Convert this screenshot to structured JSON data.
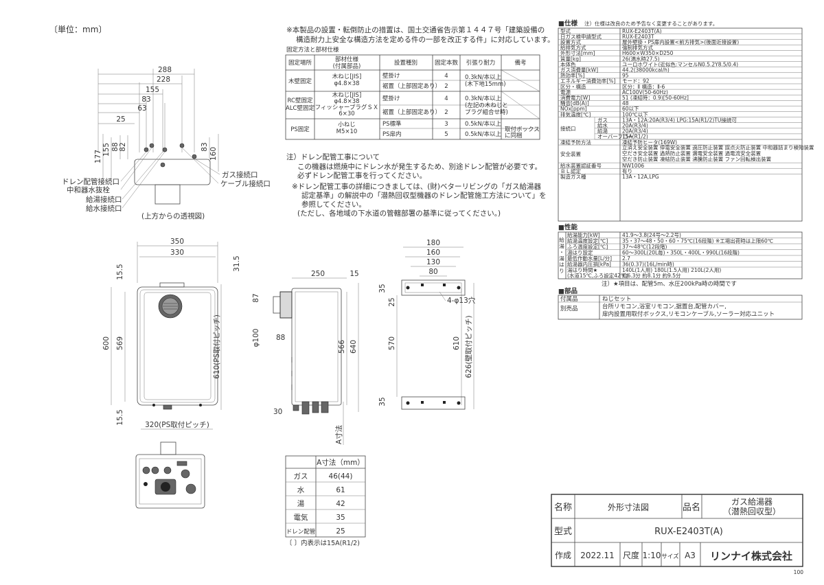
{
  "unit_label": "〔単位：mm〕",
  "notice": [
    "※本製品の設置・転倒防止の措置は、国土交通省告示第１４４７号「建築設備の",
    "構造耐力上安全な構造方法を定める件の一部を改正する件」に対応しています。"
  ],
  "fix_table": {
    "title": "固定方法と部材仕様",
    "headers": [
      "固定場所",
      "部材仕様\n(付属部品)",
      "設置種別",
      "固定本数",
      "引張り耐力",
      "備考"
    ],
    "rows": [
      {
        "place": "木壁固定",
        "spec": [
          "木ねじ[JIS]",
          "φ4.8×38"
        ],
        "types": [
          "壁掛け",
          "裾置（上部固定あり）"
        ],
        "counts": [
          "4",
          "2"
        ],
        "strength": [
          "0.3kN/本以上",
          "(木下地15mm)"
        ],
        "note": []
      },
      {
        "place": "RC壁固定\nALC壁固定",
        "spec": [
          "木ねじ[JIS]",
          "φ4.8×38",
          "フィッシャープラグＳＸ",
          "6×30"
        ],
        "types": [
          "壁掛け",
          "裾置（上部固定あり）"
        ],
        "counts": [
          "4",
          "2"
        ],
        "strength": [
          "0.3kN/本以上",
          "(左記の木ねじと",
          "プラグ組合せ時)"
        ],
        "note": []
      },
      {
        "place": "PS固定",
        "spec": [
          "小ねじ",
          "M5×10"
        ],
        "types": [
          "PS標準",
          "PS扉内"
        ],
        "counts": [
          "3",
          "5"
        ],
        "strength": [
          "0.5kN/本以上",
          "0.5kN/本以上"
        ],
        "note": [
          "取付ボックス",
          "に同梱"
        ]
      }
    ]
  },
  "drain_note": [
    "注）ドレン配管工事について",
    "この機器は燃焼中にドレン水が発生するため、別途ドレン配管が必要です。",
    "必ずドレン配管工事を行ってください。",
    "※ドレン配管工事の詳細につきましては、(財)ベターリビングの「ガス給湯器",
    "認定基準」の解説中の「潜熱回収型機器のドレン配管施工方法について」を",
    "参照してください。",
    "(ただし、各地域の下水道の管轄部署の基準に従ってください。)"
  ],
  "top_view": {
    "caption": "(上方からの透視図)",
    "dims_h": [
      "288",
      "228",
      "155",
      "83",
      "63",
      "25"
    ],
    "dims_v": [
      "177",
      "155",
      "88",
      "82",
      "83",
      "160"
    ],
    "labels_left": [
      "ドレン配管接続口",
      "中和器水抜栓",
      "給湯接続口",
      "給水接続口"
    ],
    "labels_right": [
      "ガス接続口",
      "ケーブル接続口"
    ]
  },
  "front_view": {
    "dims": [
      "350",
      "330",
      "15.5",
      "600",
      "569",
      "610(PS取付ピッチ)",
      "15.5",
      "320(PS取付ピッチ)"
    ]
  },
  "side_view": {
    "dims": [
      "31.5",
      "250",
      "15",
      "87",
      "φ100",
      "88",
      "566",
      "640",
      "30",
      "A寸法"
    ]
  },
  "bracket_view": {
    "dims": [
      "180",
      "160",
      "130",
      "80",
      "35",
      "25",
      "570",
      "35",
      "610",
      "626(壁取付ピッチ)"
    ],
    "hole_label": "4-φ13穴"
  },
  "a_table": {
    "header": "A寸法（mm）",
    "rows": [
      [
        "ガス",
        "46(44)"
      ],
      [
        "水",
        "61"
      ],
      [
        "湯",
        "42"
      ],
      [
        "電気",
        "35"
      ],
      [
        "ドレン配管",
        "25"
      ]
    ],
    "footnote": "〔 〕内表示は15A(R1/2)"
  },
  "spec": {
    "heading": "■仕様",
    "heading_note": "注）仕様は改良のため予告なく変更することがあります。",
    "rows": [
      [
        "型式",
        "RUX-E2403T(A)"
      ],
      [
        "日ガス検申請型式",
        "RUX-E2403T"
      ],
      [
        "設置方式",
        "屋外壁掛・PS扉内設置<前方排気>(後面近接設置)"
      ],
      [
        "給排気方式",
        "強制排気方式"
      ],
      [
        "外形寸法[mm]",
        "H600×W350×D250"
      ],
      [
        "質量[kg]",
        "26(満水時27.5)"
      ],
      [
        "本体色",
        "ユーロホワイト(近似色:マンセルN0.5.2Y8.5/0.4)"
      ],
      [
        "ガス消費量[kW]",
        "44.2(38000kcal/h)"
      ],
      [
        "熱効率[%]",
        "95"
      ],
      [
        "エネルギー消費効率[%]",
        "モード：92"
      ],
      [
        "区分・構造",
        "区分：Ⅱ 構造：Ⅱ-6"
      ],
      [
        "電源",
        "AC100V(50-60Hz)"
      ],
      [
        "消費電力[W]",
        "51 (凍結時：0.9)[50-60Hz]"
      ],
      [
        "騒音[dB(A)]",
        "48"
      ],
      [
        "NOx[ppm]",
        "60以下"
      ],
      [
        "排気温度[℃]",
        "100℃以下"
      ]
    ],
    "conn": {
      "label": "接続口",
      "rows": [
        [
          "ガス",
          "13A・12A:20A(R3/4) LPG:15A(R1/2)TU接続可"
        ],
        [
          "給水",
          "20A(R3/4)"
        ],
        [
          "給湯",
          "20A(R3/4)"
        ],
        [
          "オーバーフロー",
          "15A(R1/2)"
        ]
      ]
    },
    "freeze": [
      "凍結予防方法",
      "凍結予防ヒータ(169W)"
    ],
    "safety": {
      "label": "安全装置",
      "lines": [
        "立消え安全装置 停電安全装置 過圧防止装置 誤点火防止装置   中和器詰まり検知装置",
        "空だき安全装置 過熱防止装置 漏電安全装置 過電流安全装置",
        "空だき防止装置 凍結防止装置 沸騰防止装置 ファン回転検出装置"
      ]
    },
    "tail": [
      [
        "給水装置認証番号",
        "NW1006"
      ],
      [
        "ＢＬ認定",
        "有り"
      ],
      [
        "製造ガス種",
        "13A・12A,LPG"
      ]
    ]
  },
  "perf": {
    "heading": "■性能",
    "side_label": "給湯・湯はり",
    "rows": [
      [
        "給湯能力[kW]",
        "41.9～3.8(24号～2.2号)"
      ],
      [
        "給湯温度設定[℃]",
        "35・37～48・50・60・75℃(16段階)   ※工場出荷時は上限60℃"
      ],
      [
        "ふろ温度設定[℃]",
        "37～48℃(12段階)"
      ],
      [
        "湯はり設定",
        "60～300L(20L毎)・350L・400L・990L(16段階)"
      ],
      [
        "最低作動水量[L/分]",
        "2.7"
      ],
      [
        "給湯器内圧損[kPa]",
        "36(0.37)(16L/min時)"
      ]
    ],
    "fill_time": {
      "label": [
        "湯はり時間★",
        "(水道15℃,ふろ設定42℃)"
      ],
      "lines": [
        "140L(1人用)  180L(1.5人用)  210L(2人用)",
        "約6.3分     約8.1分     約9.5分"
      ]
    },
    "footnote": "注）★項目は、配管5m、水圧200kPa時の時間です"
  },
  "parts": {
    "heading": "■部品",
    "rows": [
      [
        "付属品",
        "ねじセット"
      ],
      [
        "別売品",
        "台所リモコン,浴室リモコン,据置台,配管カバー,",
        "扉内設置用取付ボックス,リモコンケーブル,ソーラー対応ユニット"
      ]
    ]
  },
  "title_block": {
    "name_label": "名称",
    "name": "外形寸法図",
    "item_label": "品名",
    "item": [
      "ガス給湯器",
      "（潜熱回収型）"
    ],
    "model_label": "型式",
    "model": "RUX-E2403T(A)",
    "made_label": "作成",
    "date": "2022.11",
    "scale_label": "尺度",
    "scale": "1:10",
    "size_label": "サイズ",
    "size": "A3",
    "company": "リンナイ株式会社"
  },
  "corner_code": "100"
}
